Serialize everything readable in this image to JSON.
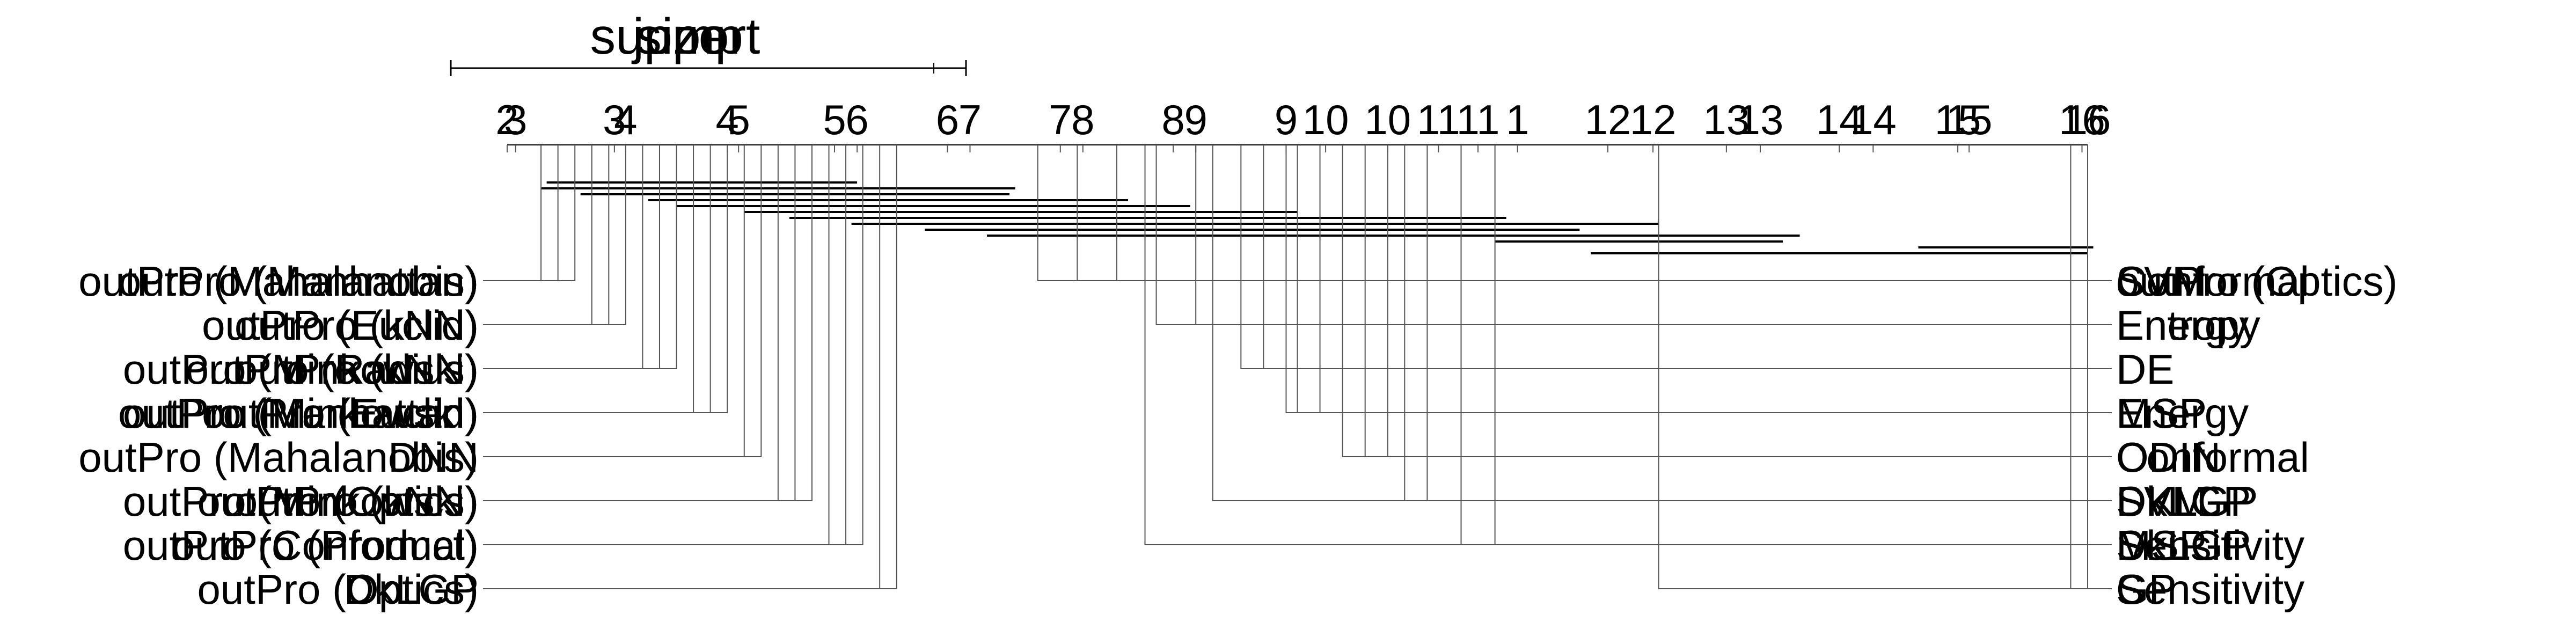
{
  "chart_data": {
    "type": "critical-difference",
    "title": "",
    "xlabel": "",
    "ylabel": "",
    "xlim": [
      2,
      16
    ],
    "tick_labels": [
      {
        "value": 2.0,
        "label": "2"
      },
      {
        "value": 2.15,
        "label": "3"
      },
      {
        "value": 3.9,
        "label": "3"
      },
      {
        "value": 4.1,
        "label": "4"
      },
      {
        "value": 5.9,
        "label": "4"
      },
      {
        "value": 6.1,
        "label": "5"
      },
      {
        "value": 7.8,
        "label": "5"
      },
      {
        "value": 8.2,
        "label": "6"
      },
      {
        "value": 9.8,
        "label": "6"
      },
      {
        "value": 10.2,
        "label": "7"
      },
      {
        "value": 11.8,
        "label": "7"
      },
      {
        "value": 12.2,
        "label": "8"
      },
      {
        "value": 13.8,
        "label": "8"
      },
      {
        "value": 14.2,
        "label": "9"
      },
      {
        "value": 15.8,
        "label": "9"
      },
      {
        "value": 16.5,
        "label": "10"
      },
      {
        "value": 17.6,
        "label": "10"
      },
      {
        "value": 18.5,
        "label": "11"
      },
      {
        "value": 19.2,
        "label": "11"
      },
      {
        "value": 19.9,
        "label": "1"
      },
      {
        "value": 21.5,
        "label": "12"
      },
      {
        "value": 22.3,
        "label": "12"
      },
      {
        "value": 23.6,
        "label": "13"
      },
      {
        "value": 24.2,
        "label": "13"
      },
      {
        "value": 25.6,
        "label": "14"
      },
      {
        "value": 26.2,
        "label": "14"
      },
      {
        "value": 27.7,
        "label": "15"
      },
      {
        "value": 27.9,
        "label": "15"
      },
      {
        "value": 29.9,
        "label": "16"
      },
      {
        "value": 30.0,
        "label": "16"
      }
    ],
    "cd_overlays": [
      {
        "label": "support",
        "start": 0,
        "end": 6
      },
      {
        "label": "size",
        "start": 0,
        "end": 6
      },
      {
        "label": "jump",
        "start": 0,
        "end": 6
      }
    ],
    "left_labels": [
      {
        "label": "outPro (Mahalanobis)",
        "row": 0,
        "rank": 2.6
      },
      {
        "label": "outPro (Manhattan)",
        "row": 0,
        "rank": 2.9
      },
      {
        "label": "outPro (Mahalanobis)",
        "row": 0,
        "rank": 3.2
      },
      {
        "label": "outPro (Euclid)",
        "row": 1,
        "rank": 3.5
      },
      {
        "label": "outPro (kNN)",
        "row": 1,
        "rank": 3.8
      },
      {
        "label": "outPro (Euclid)",
        "row": 1,
        "rank": 4.1
      },
      {
        "label": "outPro (Minkowski)",
        "row": 2,
        "rank": 4.4
      },
      {
        "label": "outPro (Radius)",
        "row": 2,
        "rank": 4.7
      },
      {
        "label": "outPro (kNN)",
        "row": 2,
        "rank": 5.0
      },
      {
        "label": "outPro (Manhattan)",
        "row": 3,
        "rank": 5.3
      },
      {
        "label": "outPro (Euclid)",
        "row": 3,
        "rank": 5.6
      },
      {
        "label": "outPro (Minkowski)",
        "row": 3,
        "rank": 5.9
      },
      {
        "label": "outPro (Mahalanobis)",
        "row": 4,
        "rank": 6.2
      },
      {
        "label": "DNN",
        "row": 4,
        "rank": 6.5
      },
      {
        "label": "outPro (Minkowski)",
        "row": 5,
        "rank": 6.8
      },
      {
        "label": "outPro (Optics)",
        "row": 5,
        "rank": 7.1
      },
      {
        "label": "outPro (kNN)",
        "row": 5,
        "rank": 7.4
      },
      {
        "label": "outPro (Product)",
        "row": 6,
        "rank": 7.7
      },
      {
        "label": "outPro (Conformal)",
        "row": 6,
        "rank": 8.0
      },
      {
        "label": "outPro (Product)",
        "row": 6,
        "rank": 8.3
      },
      {
        "label": "outPro (Optics)",
        "row": 7,
        "rank": 8.6
      },
      {
        "label": "DkLGP",
        "row": 7,
        "rank": 8.9
      }
    ],
    "right_labels": [
      {
        "label": "Conformal",
        "row": 0,
        "rank": 11.4
      },
      {
        "label": "outPro (Optics)",
        "row": 0,
        "rank": 12.1
      },
      {
        "label": "SVM",
        "row": 0,
        "rank": 12.8
      },
      {
        "label": "Energy",
        "row": 1,
        "rank": 13.5
      },
      {
        "label": "Entropy",
        "row": 1,
        "rank": 14.2
      },
      {
        "label": "DE",
        "row": 2,
        "rank": 15.0
      },
      {
        "label": "DE",
        "row": 2,
        "rank": 15.4
      },
      {
        "label": "MSP",
        "row": 3,
        "rank": 15.8
      },
      {
        "label": "Energy",
        "row": 3,
        "rank": 16.0
      },
      {
        "label": "MSP",
        "row": 3,
        "rank": 16.4
      },
      {
        "label": "ODIN",
        "row": 4,
        "rank": 16.8
      },
      {
        "label": "Conformal",
        "row": 4,
        "rank": 17.2
      },
      {
        "label": "ODIN",
        "row": 4,
        "rank": 17.6
      },
      {
        "label": "DkLGP",
        "row": 5,
        "rank": 14.5
      },
      {
        "label": "SVM",
        "row": 5,
        "rank": 17.9
      },
      {
        "label": "DKLGP",
        "row": 5,
        "rank": 18.3
      },
      {
        "label": "Sensitivity",
        "row": 6,
        "rank": 13.3
      },
      {
        "label": "DkLGP",
        "row": 6,
        "rank": 18.9
      },
      {
        "label": "MSP",
        "row": 6,
        "rank": 19.5
      },
      {
        "label": "Sensitivity",
        "row": 7,
        "rank": 22.4
      },
      {
        "label": "GP",
        "row": 7,
        "rank": 30.0
      },
      {
        "label": "GP",
        "row": 7,
        "rank": 29.7
      }
    ],
    "cliques": [
      {
        "start": 2.7,
        "end": 8.2
      },
      {
        "start": 2.6,
        "end": 11.0
      },
      {
        "start": 3.3,
        "end": 10.9
      },
      {
        "start": 4.5,
        "end": 13.0
      },
      {
        "start": 5.0,
        "end": 14.1
      },
      {
        "start": 6.2,
        "end": 16.0
      },
      {
        "start": 7.0,
        "end": 19.7
      },
      {
        "start": 8.1,
        "end": 22.4
      },
      {
        "start": 9.4,
        "end": 21.0
      },
      {
        "start": 10.5,
        "end": 24.9
      },
      {
        "start": 19.5,
        "end": 24.6
      },
      {
        "start": 27.0,
        "end": 30.1
      },
      {
        "start": 21.2,
        "end": 30.0
      }
    ]
  }
}
